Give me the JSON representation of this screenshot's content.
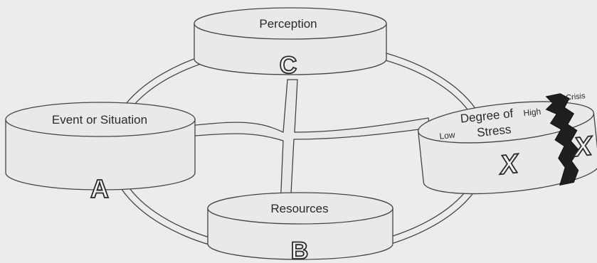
{
  "diagram": {
    "nodes": {
      "perception": {
        "label": "Perception",
        "letter": "C"
      },
      "event": {
        "label": "Event or Situation",
        "letter": "A"
      },
      "resources": {
        "label": "Resources",
        "letter": "B"
      },
      "stress": {
        "label_line1": "Degree of",
        "label_line2": "Stress",
        "low": "Low",
        "high": "High",
        "crisis": "Crisis",
        "letter": "X",
        "letter_crisis": "X"
      }
    }
  }
}
